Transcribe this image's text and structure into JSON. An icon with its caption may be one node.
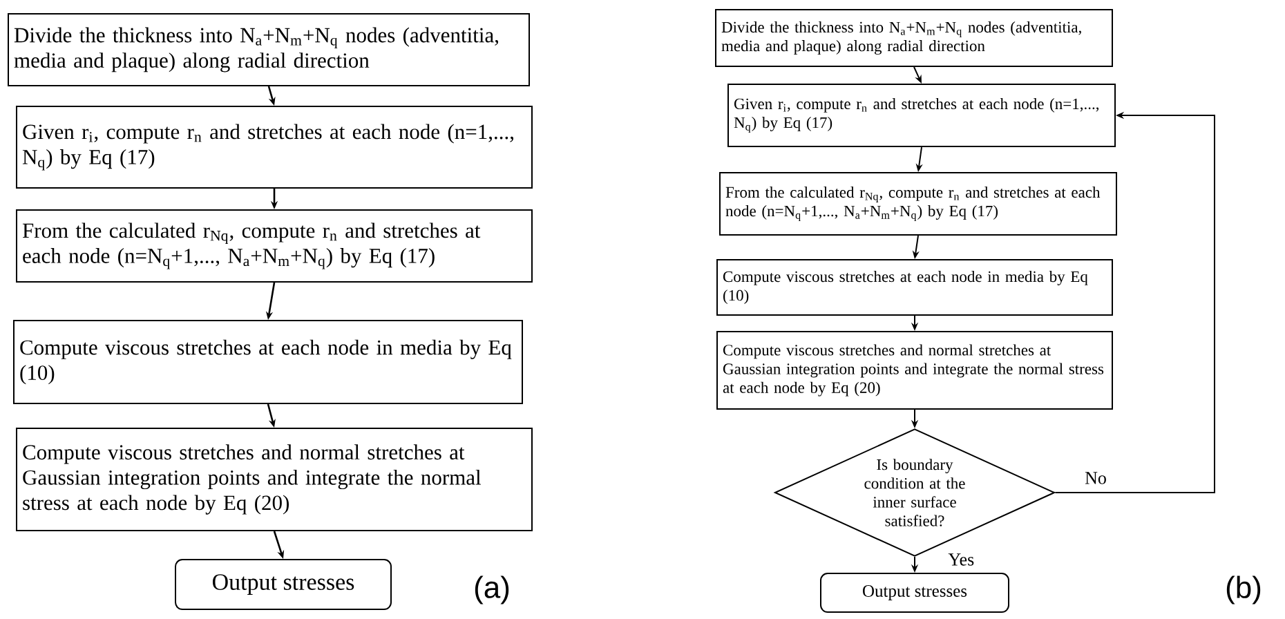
{
  "diagram": {
    "nodes": [
      {
        "text": [
          "Divide the thickness into N$_{a}$+N$_{m}$+N$_{q}$ nodes (adventitia, media and plaque) along radial direction"
        ]
      },
      {
        "text": [
          "Given r$_{i}$, compute r$_{n}$ and stretches at each node (n=1,..., N$_{q}$) by Eq (17)"
        ]
      },
      {
        "text": [
          "From the calculated r$_{Nq}$, compute r$_{n}$ and stretches at each node (n=N$_{q}$+1,..., N$_{a}$+N$_{m}$+N$_{q}$) by Eq (17)"
        ]
      },
      {
        "text": [
          "Compute viscous stretches at each node in media by Eq (10)"
        ]
      },
      {
        "text": [
          "Compute viscous stretches and normal stretches at Gaussian integration points and integrate the normal stress at each node by Eq (20)"
        ]
      },
      {
        "text": [
          "Output stresses"
        ]
      },
      {
        "text": [
          "Divide the thickness into N$_{a}$+N$_{m}$+N$_{q}$ nodes (adventitia, media and plaque) along radial direction"
        ]
      },
      {
        "text": [
          "Given r$_{i}$, compute r$_{n}$ and stretches at each node (n=1,..., N$_{q}$) by Eq (17)"
        ]
      },
      {
        "text": [
          "From the calculated r$_{Nq}$, compute r$_{n}$ and stretches at each node (n=N$_{q}$+1,..., N$_{a}$+N$_{m}$+N$_{q}$) by Eq (17)"
        ]
      },
      {
        "text": [
          "Compute viscous stretches at each node in media by Eq (10)"
        ]
      },
      {
        "text": [
          "Compute viscous stretches and normal stretches at Gaussian integration points and integrate the normal stress at each node by Eq (20)"
        ]
      },
      {
        "text": [
          "Is boundary condition at the inner surface satisfied?"
        ]
      },
      {
        "text": [
          "Output stresses"
        ]
      }
    ],
    "edges": [
      {
        "from": 0,
        "to": 1,
        "arrow": "to"
      },
      {
        "from": 1,
        "to": 2,
        "arrow": "to"
      },
      {
        "from": 2,
        "to": 3,
        "arrow": "to"
      },
      {
        "from": 3,
        "to": 4,
        "arrow": "to"
      },
      {
        "from": 4,
        "to": 5,
        "arrow": "to"
      },
      {
        "from": 6,
        "to": 7,
        "arrow": "to"
      },
      {
        "from": 7,
        "to": 8,
        "arrow": "to"
      },
      {
        "from": 8,
        "to": 9,
        "arrow": "to"
      },
      {
        "from": 9,
        "to": 10,
        "arrow": "to"
      },
      {
        "from": 10,
        "to": 11,
        "arrow": "to"
      },
      {
        "from": 11,
        "to": 12,
        "arrow": "to",
        "label": "Yes"
      },
      {
        "from": 11,
        "to": 7,
        "arrow": "to",
        "label": "No"
      }
    ],
    "labels": [
      "(a)",
      "(b)"
    ]
  }
}
